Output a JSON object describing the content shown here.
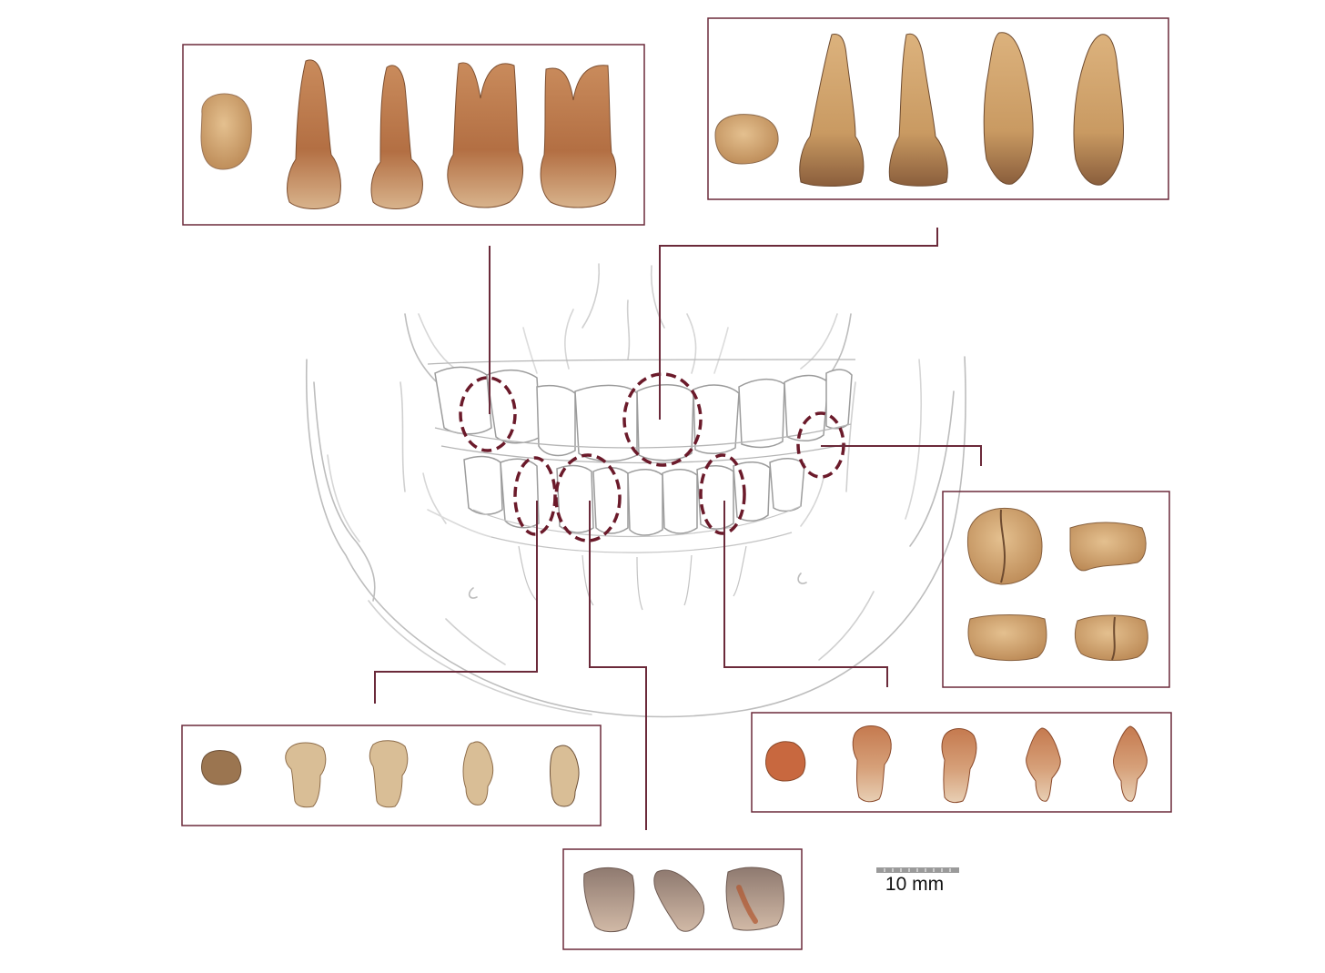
{
  "scale_bar": {
    "label": "10 mm"
  },
  "colors": {
    "frame": "#6b2a3a",
    "leader": "#6b2a3a",
    "highlight": "#6b1a2a",
    "skull_line": "#b9b9b9",
    "tooth_dark": "#a9683f",
    "tooth_light": "#d9ad86"
  },
  "panels": [
    {
      "id": "upper-left-premolar",
      "views": 5
    },
    {
      "id": "upper-right-canine",
      "views": 5
    },
    {
      "id": "right-molar",
      "views": 4
    },
    {
      "id": "lower-right-premolar",
      "views": 5
    },
    {
      "id": "lower-left-premolar",
      "views": 5
    },
    {
      "id": "lower-incisor-fragments",
      "views": 3
    }
  ]
}
